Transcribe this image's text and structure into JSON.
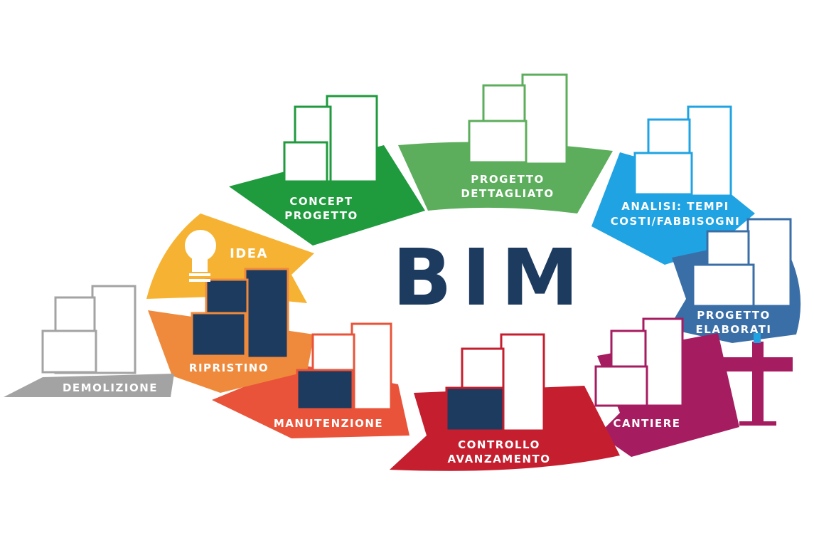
{
  "title": "BIM",
  "colors": {
    "title": "#1d3a5f",
    "concept": "#1f9a3d",
    "dettagliato": "#5cae5c",
    "analisi": "#1fa3e3",
    "elaborati": "#3a6ea7",
    "cantiere": "#a61c60",
    "controllo": "#c51f2f",
    "manutenzione": "#e9533a",
    "ripristino": "#ef8a3d",
    "idea": "#f6b333",
    "demolizione": "#a3a3a3",
    "navy": "#1d3a5f"
  },
  "stages": {
    "concept": [
      "CONCEPT",
      "PROGETTO"
    ],
    "dettagliato": [
      "PROGETTO",
      "DETTAGLIATO"
    ],
    "analisi": [
      "ANALISI: TEMPI",
      "COSTI/FABBISOGNI"
    ],
    "elaborati": [
      "PROGETTO",
      "ELABORATI"
    ],
    "cantiere": [
      "CANTIERE"
    ],
    "controllo": [
      "CONTROLLO",
      "AVANZAMENTO"
    ],
    "manutenzione": [
      "MANUTENZIONE"
    ],
    "ripristino": [
      "RIPRISTINO"
    ],
    "idea": [
      "IDEA"
    ],
    "demolizione": [
      "DEMOLIZIONE"
    ]
  }
}
